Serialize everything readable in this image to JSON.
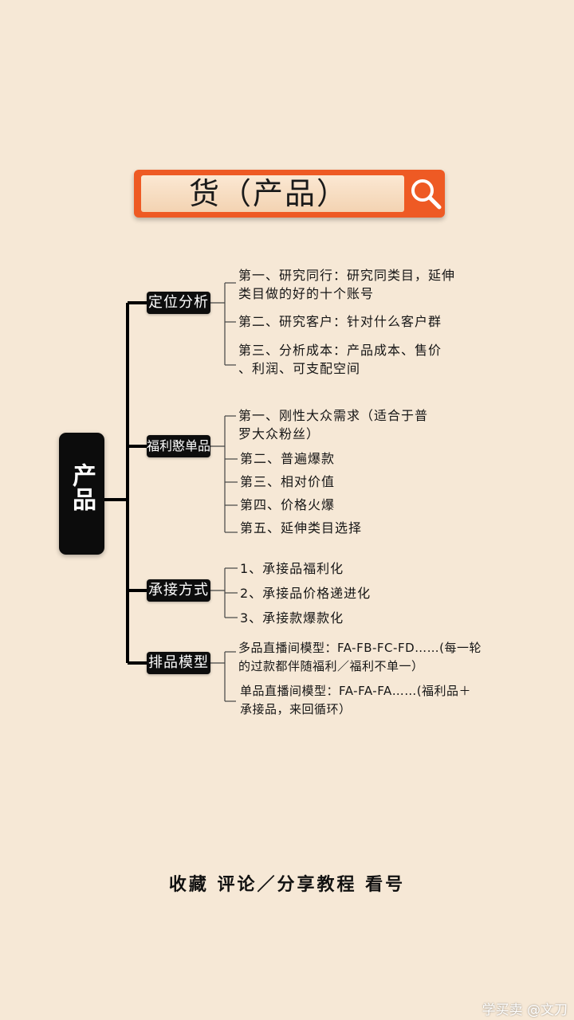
{
  "search": {
    "text": "货（产品）"
  },
  "root": {
    "label": "产品"
  },
  "branches": [
    {
      "label": "定位分析",
      "leaves": [
        "第一、研究同行：研究同类目，延伸\n类目做的好的十个账号",
        "第二、研究客户：针对什么客户群",
        "第三、分析成本：产品成本、售价\n、利润、可支配空间"
      ]
    },
    {
      "label": "福利憨单品",
      "leaves": [
        "第一、刚性大众需求（适合于普\n罗大众粉丝）",
        "第二、普遍爆款",
        "第三、相对价值",
        "第四、价格火爆",
        "第五、延伸类目选择"
      ]
    },
    {
      "label": "承接方式",
      "leaves": [
        "1、承接品福利化",
        "2、承接品价格递进化",
        "3、承接款爆款化"
      ]
    },
    {
      "label": "排品模型",
      "leaves": [
        "多品直播间模型：FA-FB-FC-FD……(每一轮\n的过款都伴随福利／福利不单一）",
        "单品直播间模型：FA-FA-FA……(福利品＋\n承接品，来回循环）"
      ]
    }
  ],
  "footer": "收藏 评论／分享教程 看号",
  "watermark": "学买卖 @文刀"
}
